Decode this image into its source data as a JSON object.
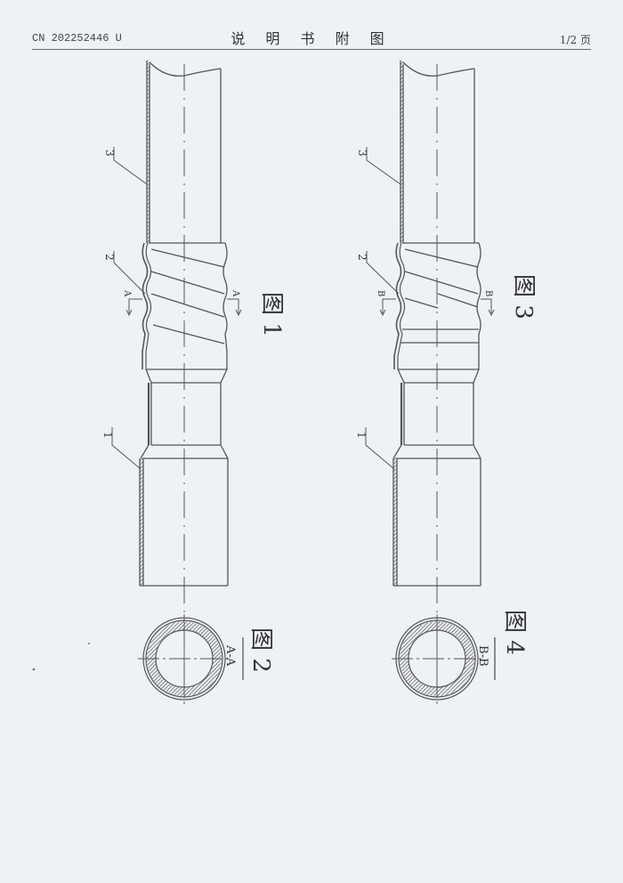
{
  "header": {
    "publication_number": "CN 202252446 U",
    "title": "说 明 书 附 图",
    "page": "1/2 页"
  },
  "figures": [
    {
      "id": "fig1",
      "caption": "图 1",
      "section_mark": "A",
      "part_labels": [
        "1",
        "2",
        "3"
      ]
    },
    {
      "id": "fig2",
      "caption": "图 2",
      "section_label": "A-A"
    },
    {
      "id": "fig3",
      "caption": "图 3",
      "section_mark": "B",
      "part_labels": [
        "1",
        "2",
        "3"
      ]
    },
    {
      "id": "fig4",
      "caption": "图 4",
      "section_label": "B-B"
    }
  ],
  "colors": {
    "paper": "#eef1f6",
    "ink": "#555555",
    "header_rule": "#666666"
  }
}
